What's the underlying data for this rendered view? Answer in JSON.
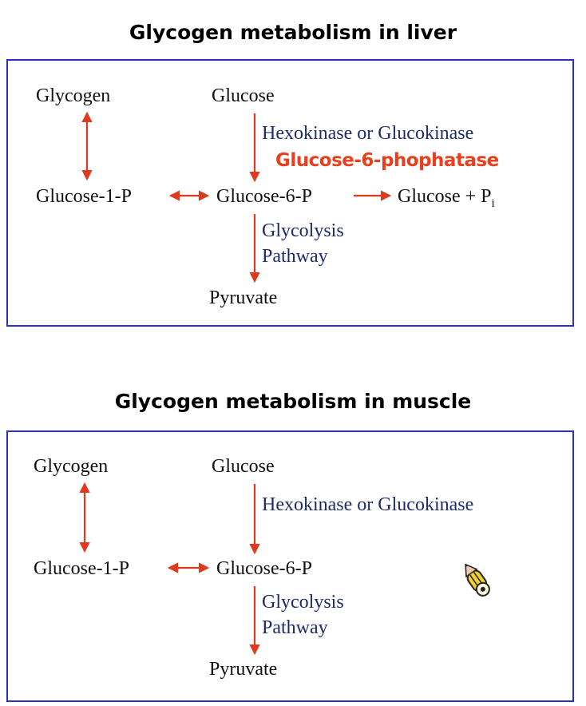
{
  "panels": [
    {
      "title": "Glycogen metabolism in liver",
      "labels": {
        "glycogen": "Glycogen",
        "glucose": "Glucose",
        "enzyme": "Hexokinase or Glucokinase",
        "highlight": "Glucose-6-phophatase",
        "g1p": "Glucose-1-P",
        "g6p": "Glucose-6-P",
        "glucose_pi": "Glucose + P",
        "pi_sub": "i",
        "glycolysis": "Glycolysis",
        "pathway": "Pathway",
        "pyruvate": "Pyruvate"
      }
    },
    {
      "title": "Glycogen metabolism in muscle",
      "labels": {
        "glycogen": "Glycogen",
        "glucose": "Glucose",
        "enzyme": "Hexokinase or Glucokinase",
        "g1p": "Glucose-1-P",
        "g6p": "Glucose-6-P",
        "glycolysis": "Glycolysis",
        "pathway": "Pathway",
        "pyruvate": "Pyruvate"
      }
    }
  ],
  "colors": {
    "arrow": "#e03a1e",
    "border": "#2a2fc8",
    "highlight": "#e8401e"
  },
  "icons": {
    "cursor": "pencil-cursor-icon"
  }
}
